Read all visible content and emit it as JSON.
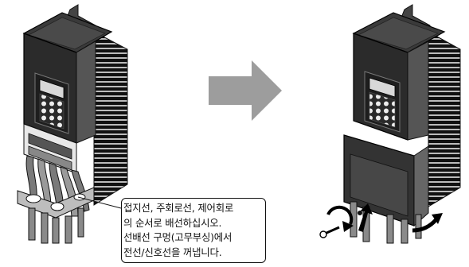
{
  "instruction": {
    "lines": [
      "접지선, 주회로선, 제어회로",
      "의 순서로 배선하십시오.",
      "선배선 구멍(고무부싱)에서",
      "전선/신호선을 꺼냅니다."
    ]
  },
  "colors": {
    "arrow": "#9d9d9d",
    "panel_face": "#2a2a2a",
    "panel_side": "#5a5a5a",
    "heatsink": "#111111",
    "cable": "#7a7a7a"
  },
  "icons": [
    "right-arrow-icon",
    "rotate-counterclockwise-icon",
    "screw-icon",
    "up-arrow-icon",
    "curved-arrow-icon"
  ]
}
